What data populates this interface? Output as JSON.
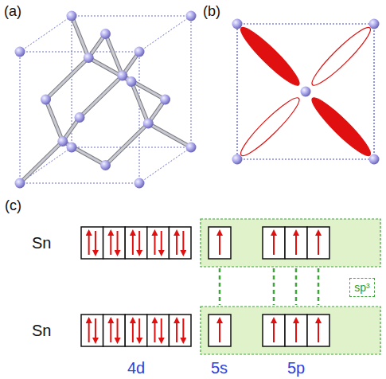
{
  "diagram": {
    "nodes": [
      {
        "text": [
          "sp³"
        ]
      }
    ],
    "labels": [
      "(a)",
      "(b)",
      "(c)",
      "Sn",
      "Sn",
      "4d",
      "5s",
      "5p"
    ]
  }
}
